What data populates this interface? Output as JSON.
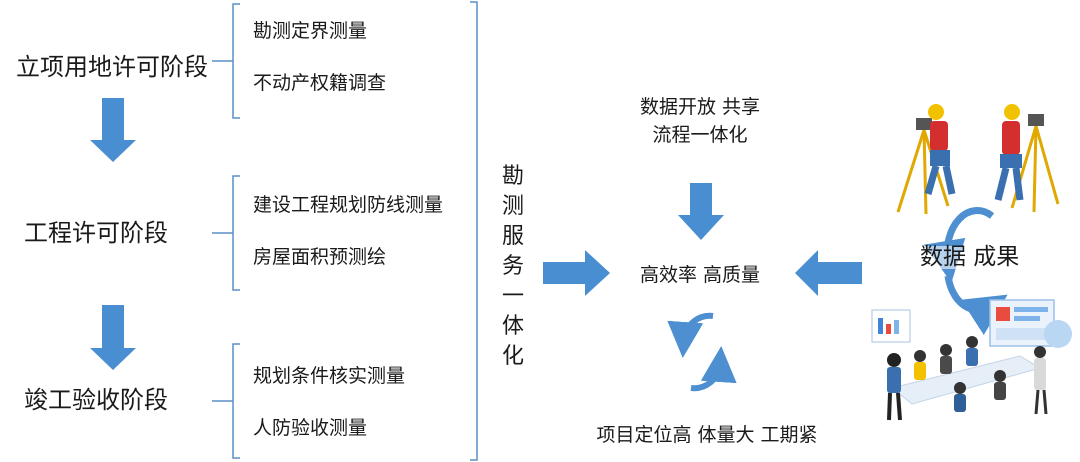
{
  "stages": [
    {
      "label": "立项用地许可阶段",
      "items": [
        "勘测定界测量",
        "不动产权籍调查"
      ]
    },
    {
      "label": "工程许可阶段",
      "items": [
        "建设工程规划防线测量",
        "房屋面积预测绘"
      ]
    },
    {
      "label": "竣工验收阶段",
      "items": [
        "规划条件核实测量",
        "人防验收测量"
      ]
    }
  ],
  "service_vertical": [
    "勘",
    "测",
    "服",
    "务",
    "一",
    "体",
    "化"
  ],
  "center": {
    "top_line1": "数据开放 共享",
    "top_line2": "流程一体化",
    "result": "高效率 高质量",
    "bottom": "项目定位高 体量大 工期紧"
  },
  "right": {
    "cycle_label": "数据 成果",
    "surveyor_icon": "surveyor-workers-illustration",
    "office_icon": "data-office-team-illustration"
  },
  "colors": {
    "arrow": "#4a8ed2",
    "bracket": "#5b8fc9",
    "cycle": "#4d8fd0",
    "helmet": "#f2c200",
    "shirt": "#d32f2f",
    "pants": "#3a6fb0"
  }
}
